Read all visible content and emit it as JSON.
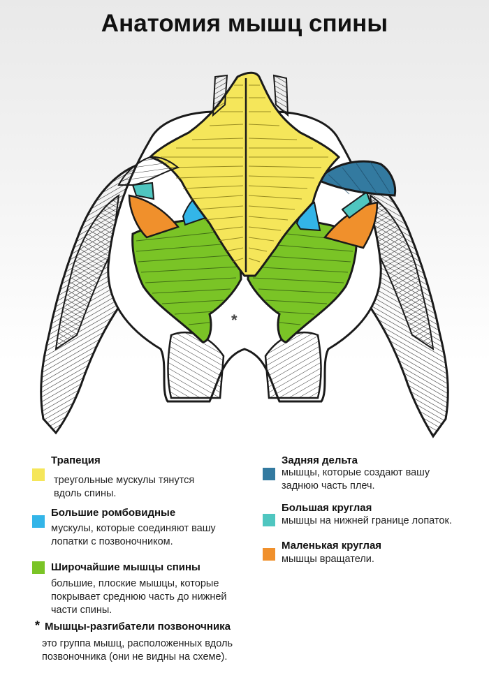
{
  "title": "Анатомия мышц спины",
  "diagram_marker": "*",
  "colors": {
    "trapezius": "#f5e65a",
    "rhomboids": "#33b5e8",
    "latissimus": "#7ac426",
    "rear_delt": "#337aa0",
    "teres_major": "#4fc6c0",
    "teres_minor": "#f0902c",
    "outline": "#1a1a1a",
    "muscle_gray": "#ffffff"
  },
  "legend": [
    {
      "key": "trapezius",
      "color": "#f5e65a",
      "label": "Трапеция",
      "desc": [
        "треугольные мускулы тянутся",
        "вдоль спины."
      ]
    },
    {
      "key": "rhomboids",
      "color": "#33b5e8",
      "label": "Большие ромбовидные",
      "desc": [
        "мускулы, которые соединяют вашу",
        "лопатки с позвоночником."
      ]
    },
    {
      "key": "latissimus",
      "color": "#7ac426",
      "label": "Широчайшие мышцы спины",
      "desc": [
        "большие, плоские мышцы, которые",
        "покрывает среднюю часть до нижней",
        "части спины."
      ]
    },
    {
      "key": "erector",
      "marker": "*",
      "label": "Мышцы-разгибатели позвоночника",
      "desc": [
        "это группа мышц, расположенных вдоль",
        "позвоночника (они не видны на схеме)."
      ]
    },
    {
      "key": "rear_delt",
      "color": "#337aa0",
      "label": "Задняя дельта",
      "desc": [
        "мышцы, которые создают вашу",
        "заднюю часть плеч."
      ]
    },
    {
      "key": "teres_major",
      "color": "#4fc6c0",
      "label": "Большая круглая",
      "desc": [
        "мышцы на нижней границе лопаток."
      ]
    },
    {
      "key": "teres_minor",
      "color": "#f0902c",
      "label": "Маленькая круглая",
      "desc": [
        "мышцы вращатели."
      ]
    }
  ]
}
